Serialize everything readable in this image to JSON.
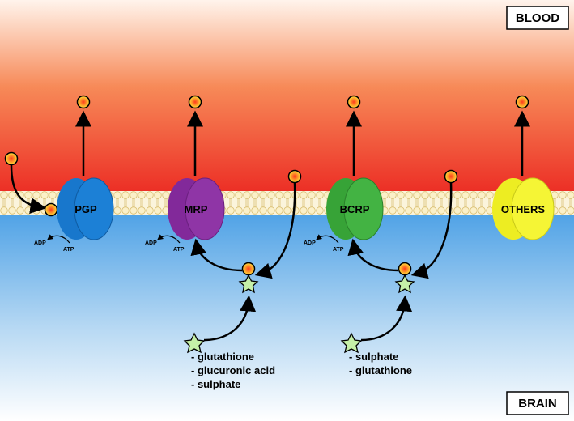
{
  "regions": {
    "top": "BLOOD",
    "bottom": "BRAIN"
  },
  "transporters": [
    {
      "label": "PGP",
      "color": "#1877cc"
    },
    {
      "label": "MRP",
      "color": "#8b2f9e"
    },
    {
      "label": "BCRP",
      "color": "#3daa3d"
    },
    {
      "label": "OTHERS",
      "color": "#f2f22a"
    }
  ],
  "energy": {
    "adp": "ADP",
    "atp": "ATP"
  },
  "conjugates": {
    "mrp": [
      "- glutathione",
      "- glucuronic acid",
      "- sulphate"
    ],
    "bcrp": [
      "- sulphate",
      "- glutathione"
    ]
  },
  "colors": {
    "blood": "#ee3a2a",
    "brain": "#56a8e8",
    "membrane": "#f6e7b0"
  }
}
